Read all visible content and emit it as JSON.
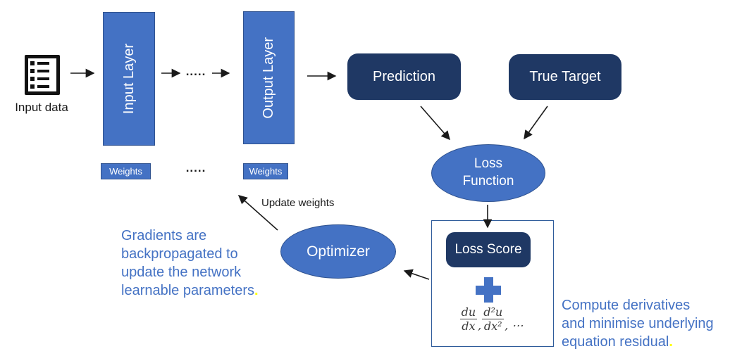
{
  "colors": {
    "accent_blue": "#4472C4",
    "dark_navy": "#1F3864",
    "border_blue": "#2F528F",
    "residual_box_border": "#2E5B9A",
    "note_blue": "#4472C4",
    "period_yellow": "#FFFF00",
    "arrow_black": "#1a1a1a"
  },
  "input": {
    "label": "Input data"
  },
  "network": {
    "input_layer": "Input Layer",
    "output_layer": "Output Layer",
    "dots_top": ".....",
    "dots_bottom": ".....",
    "weights_left": "Weights",
    "weights_right": "Weights"
  },
  "nodes": {
    "prediction": "Prediction",
    "true_target": "True Target",
    "loss_function_line1": "Loss",
    "loss_function_line2": "Function",
    "loss_score": "Loss Score",
    "optimizer": "Optimizer"
  },
  "labels": {
    "update_weights": "Update weights"
  },
  "formula": {
    "num1": "du",
    "den1": "dx",
    "comma1": ",",
    "num2": "d²u",
    "den2": "dx²",
    "tail": ", ⋯"
  },
  "notes": {
    "gradients": {
      "lines": [
        "Gradients are",
        "backpropagated to",
        "update the network",
        "learnable parameters"
      ],
      "period": "."
    },
    "compute": {
      "lines": [
        "Compute derivatives",
        "and minimise underlying",
        "equation residual"
      ],
      "period": "."
    }
  }
}
